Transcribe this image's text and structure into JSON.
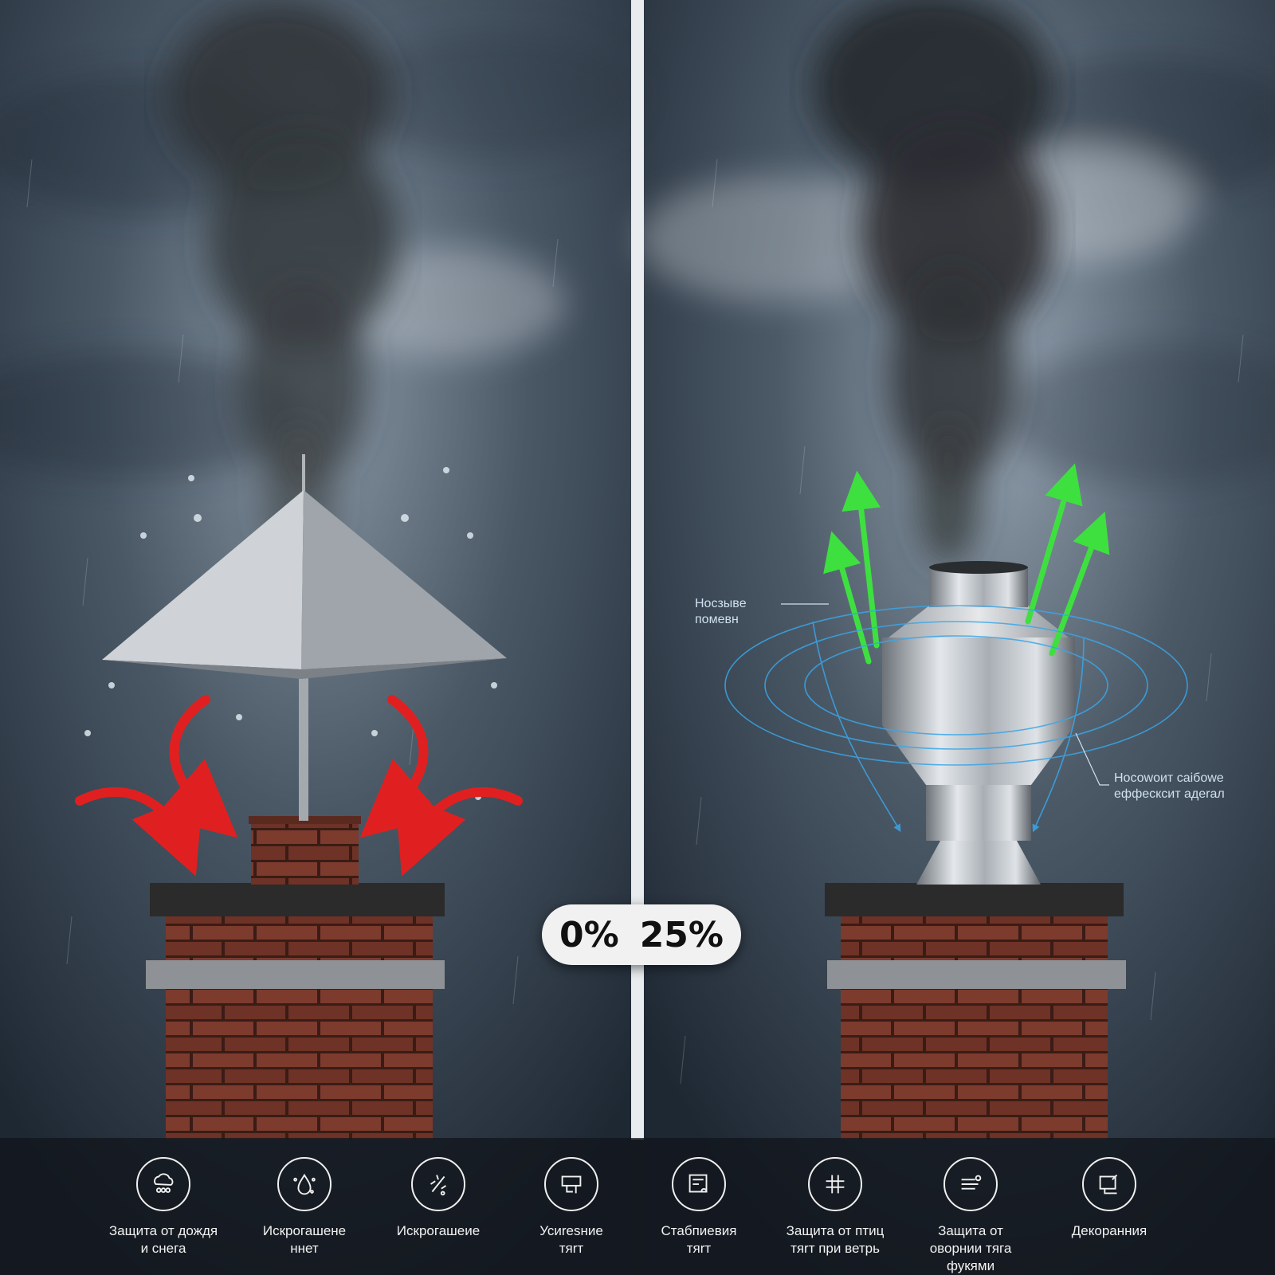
{
  "badge": {
    "left_value": "0%",
    "right_value": "25%"
  },
  "callouts": {
    "left": "Носзывe\nпомевн",
    "right": "Носоwоит саiбоwе\nеффесксит адеrал"
  },
  "features": [
    {
      "label": "Защита от дождя\nи снега",
      "icon": "cloud-rain-icon"
    },
    {
      "label": "Искрогашене\nннет",
      "icon": "spark-drop-icon"
    },
    {
      "label": "Искрогашеие",
      "icon": "spark-icon"
    },
    {
      "label": "Усиresние\nтяrт",
      "icon": "draft-boost-icon"
    },
    {
      "label": "Стабпиевия\nтяrт",
      "icon": "stability-icon"
    },
    {
      "label": "Защита от птиц\nтяrт при ветрь",
      "icon": "bird-grid-icon"
    },
    {
      "label": "Защита от оворнии тяга\nфукями",
      "icon": "wind-lines-icon"
    },
    {
      "label": "Декоранния",
      "icon": "decor-icon"
    }
  ],
  "colors": {
    "sky": "#3c4a5a",
    "brick": "#7a3a2c",
    "steel": "#b7bcc2",
    "red_arrows": "#e02020",
    "green_arrows": "#3ee040",
    "blue_flow": "#3aa6e8"
  }
}
